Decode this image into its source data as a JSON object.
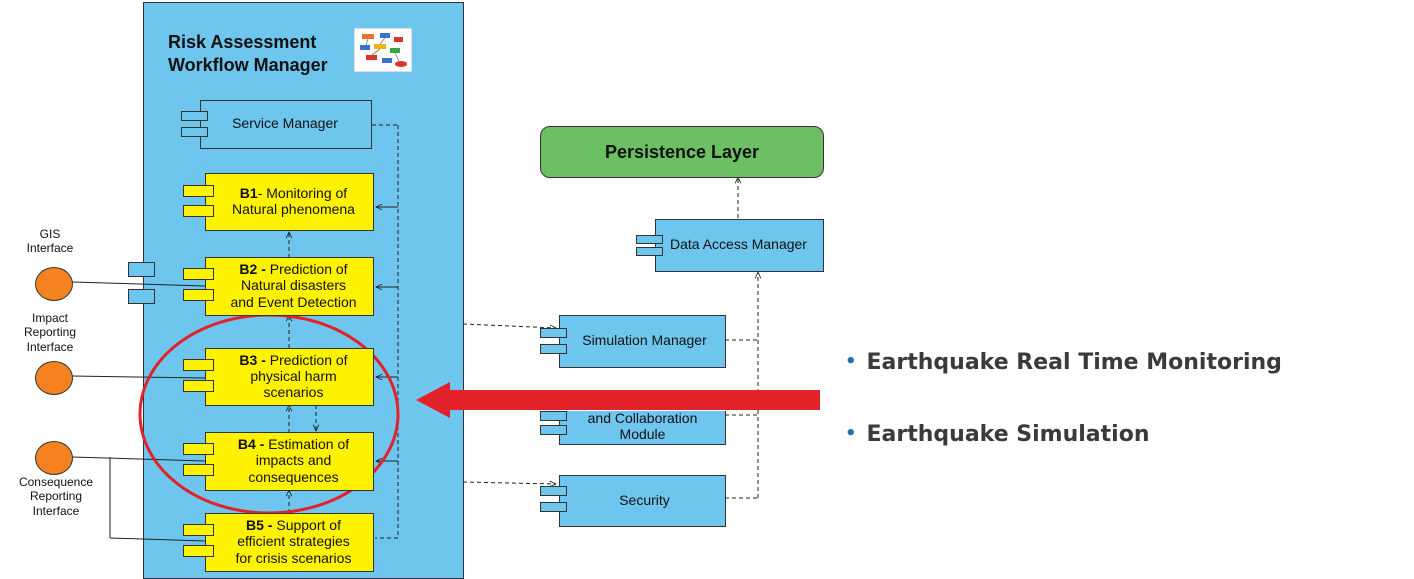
{
  "manager": {
    "title_line1": "Risk Assessment",
    "title_line2": "Workflow Manager"
  },
  "components": {
    "service_manager": "Service Manager",
    "b1": {
      "code": "B1",
      "text_line1": "- Monitoring of",
      "text_line2": "Natural phenomena"
    },
    "b2": {
      "code": "B2 -",
      "text_line1": " Prediction of",
      "text_line2": "Natural disasters",
      "text_line3": "and Event Detection"
    },
    "b3": {
      "code": "B3 -",
      "text_line1": " Prediction of",
      "text_line2": "physical harm",
      "text_line3": "scenarios"
    },
    "b4": {
      "code": "B4 -",
      "text_line1": " Estimation of",
      "text_line2": "impacts and",
      "text_line3": "consequences"
    },
    "b5": {
      "code": "B5 -",
      "text_line1": " Support of",
      "text_line2": "efficient strategies",
      "text_line3": "for crisis scenarios"
    },
    "persistence_layer": "Persistence Layer",
    "data_access_manager": "Data Access Manager",
    "simulation_manager": "Simulation Manager",
    "collaboration_module": "and Collaboration\nModule",
    "security": "Security"
  },
  "interfaces": {
    "gis": "GIS\nInterface",
    "impact": "Impact\nReporting\nInterface",
    "consequence": "Consequence\nReporting\nInterface"
  },
  "bullets": [
    "Earthquake Real Time Monitoring",
    "Earthquake Simulation"
  ],
  "colors": {
    "manager_bg": "#6ec6ee",
    "component_bg": "#fff200",
    "persistence_bg": "#6cc063",
    "interface_circle": "#f58220",
    "highlight_red": "#e32128",
    "bullet_dot": "#1f6fb5"
  }
}
